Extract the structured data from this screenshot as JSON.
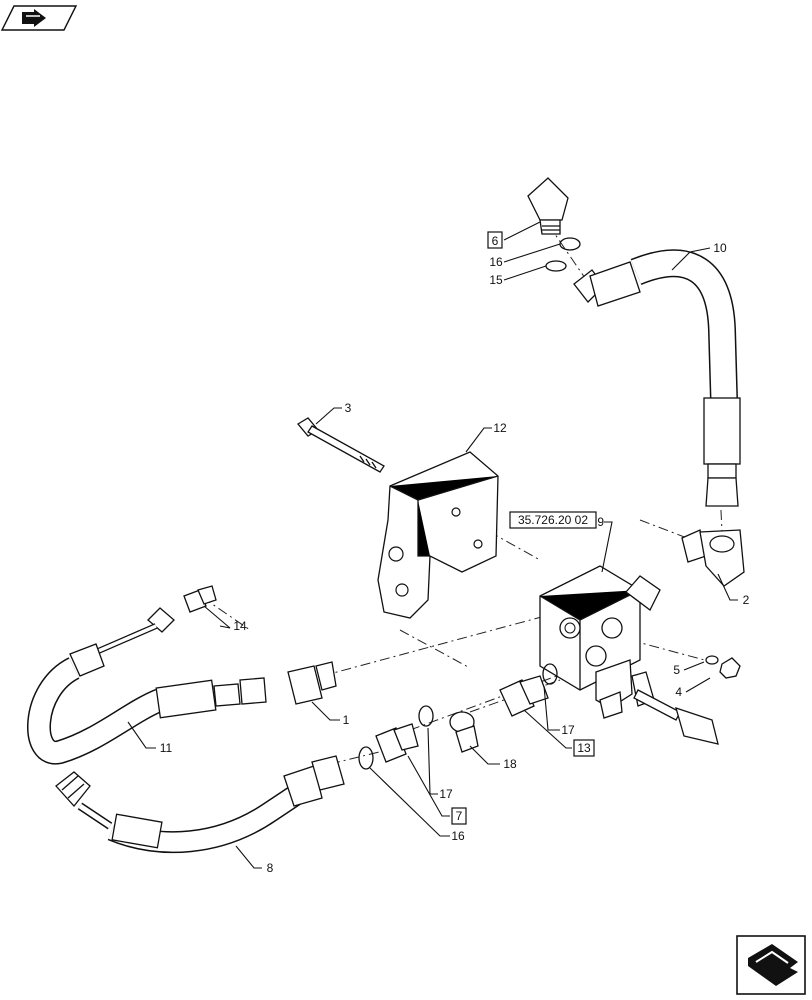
{
  "reference_box": "35.726.20 02",
  "callouts": {
    "c1": "1",
    "c2": "2",
    "c3": "3",
    "c4": "4",
    "c5": "5",
    "c6": "6",
    "c7": "7",
    "c8": "8",
    "c9": "9",
    "c10": "10",
    "c11": "11",
    "c12": "12",
    "c13": "13",
    "c14": "14",
    "c15": "15",
    "c16a": "16",
    "c16b": "16",
    "c17a": "17",
    "c17b": "17",
    "c18": "18"
  },
  "icons": {
    "top_left": "previous-page-icon",
    "bottom_right": "next-page-icon"
  }
}
